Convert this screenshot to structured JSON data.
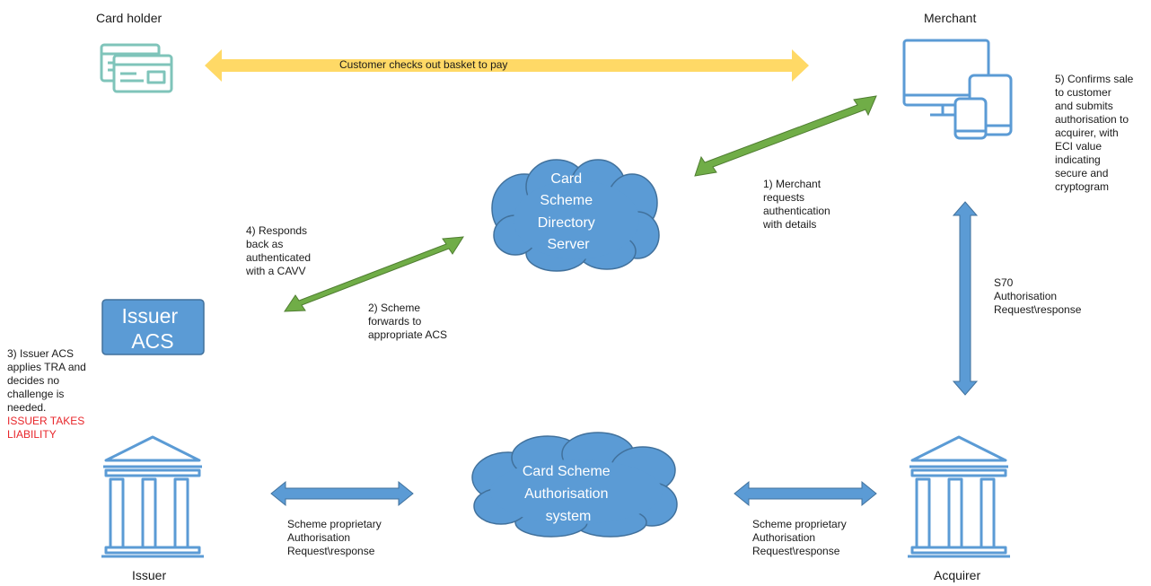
{
  "colors": {
    "blue": "#5b9bd5",
    "blue_dark": "#41719c",
    "green": "#70ad47",
    "green_dark": "#507e32",
    "yellow": "#ffd966",
    "teal": "#7fc4ba",
    "red": "#e8262b"
  },
  "actors": {
    "card_holder": "Card holder",
    "merchant": "Merchant",
    "issuer": "Issuer",
    "acquirer": "Acquirer"
  },
  "nodes": {
    "directory_server": [
      "Card",
      "Scheme",
      "Directory",
      "Server"
    ],
    "authorisation_system": [
      "Card Scheme",
      "Authorisation",
      "system"
    ],
    "issuer_acs": [
      "Issuer",
      "ACS"
    ]
  },
  "icons": {
    "card": "credit-card-icon",
    "merchant": "devices-icon",
    "issuer": "bank-icon",
    "acquirer": "bank-icon"
  },
  "labels": {
    "checkout": "Customer checks out basket to pay",
    "step1": "1) Merchant\nrequests\nauthentication\nwith details",
    "step2": "2) Scheme\nforwards to\nappropriate ACS",
    "step3": "3) Issuer ACS\napplies TRA and\ndecides no\nchallenge is\nneeded.",
    "step3_liability": "ISSUER TAKES\nLIABILITY",
    "step4": "4) Responds\nback as\nauthenticated\nwith a CAVV",
    "step5": "5) Confirms sale\nto customer\nand submits\nauthorisation to\nacquirer, with\nECI value\nindicating\nsecure and\ncryptogram",
    "s70": "S70\nAuthorisation\nRequest\\response",
    "issuer_side": "Scheme proprietary\nAuthorisation\nRequest\\response",
    "acquirer_side": "Scheme proprietary\nAuthorisation\nRequest\\response"
  }
}
